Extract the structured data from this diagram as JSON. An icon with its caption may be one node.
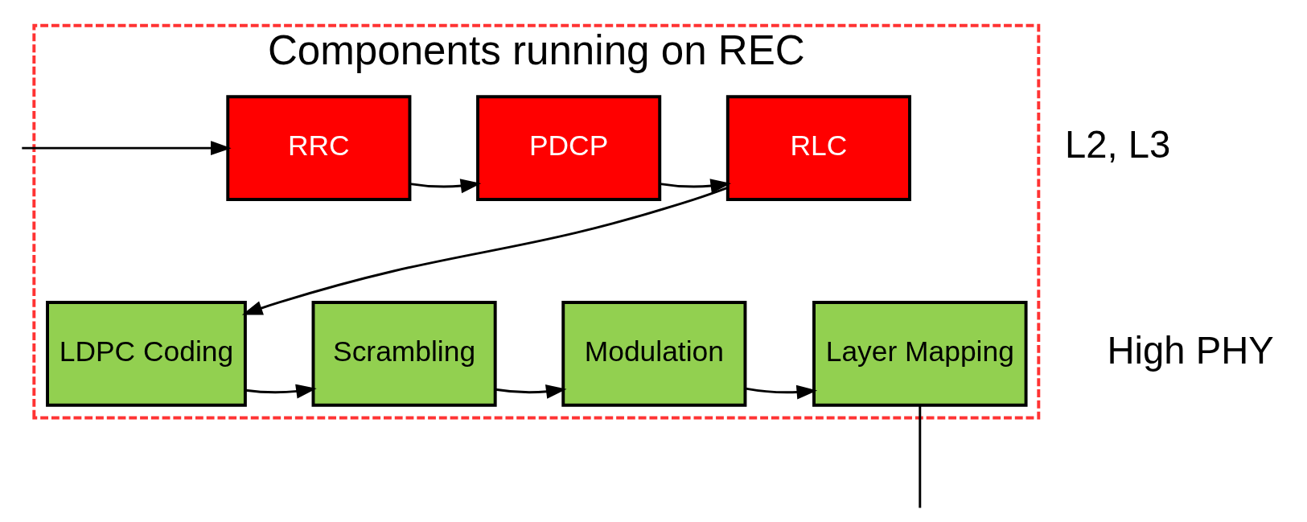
{
  "diagram": {
    "nodes": [
      {
        "text": [
          "Components running on REC"
        ]
      },
      {
        "text": [
          "RRC"
        ],
        "in": 0
      },
      {
        "text": [
          "PDCP"
        ],
        "in": 0
      },
      {
        "text": [
          "RLC"
        ],
        "in": 0
      },
      {
        "text": [
          "LDPC Coding"
        ],
        "in": 0
      },
      {
        "text": [
          "Scrambling"
        ],
        "in": 0
      },
      {
        "text": [
          "Modulation"
        ],
        "in": 0
      },
      {
        "text": [
          "Layer Mapping"
        ],
        "in": 0
      }
    ],
    "edges": [
      {
        "from": null,
        "to": 1,
        "arrow": "to"
      },
      {
        "from": 1,
        "to": 2,
        "arrow": "to"
      },
      {
        "from": 2,
        "to": 3,
        "arrow": "to"
      },
      {
        "from": 3,
        "to": 4,
        "arrow": "to"
      },
      {
        "from": 4,
        "to": 5,
        "arrow": "to"
      },
      {
        "from": 5,
        "to": 6,
        "arrow": "to"
      },
      {
        "from": 6,
        "to": 7,
        "arrow": "to"
      },
      {
        "from": 7,
        "to": null,
        "arrow": "none"
      }
    ],
    "labels": [
      "L2, L3",
      "High PHY"
    ]
  }
}
